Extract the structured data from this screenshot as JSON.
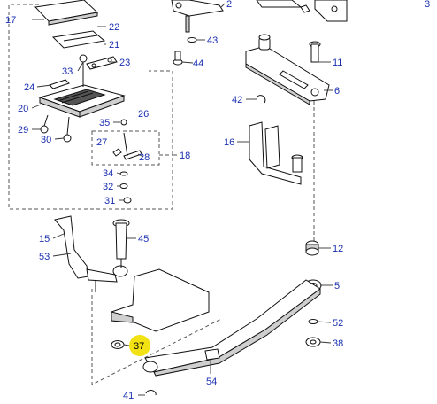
{
  "highlight_color": "#f2e214",
  "label_color": "#1a2fb0",
  "highlighted_part": "37",
  "callouts": {
    "c2": "2",
    "c3": "3",
    "c5": "5",
    "c6": "6",
    "c11": "11",
    "c12": "12",
    "c15": "15",
    "c16": "16",
    "c17": "17",
    "c18": "18",
    "c20": "20",
    "c21": "21",
    "c22": "22",
    "c23": "23",
    "c24": "24",
    "c26": "26",
    "c27": "27",
    "c28": "28",
    "c29": "29",
    "c30": "30",
    "c31": "31",
    "c32": "32",
    "c33": "33",
    "c34": "34",
    "c35": "35",
    "c37": "37",
    "c38": "38",
    "c41": "41",
    "c42": "42",
    "c43": "43",
    "c44": "44",
    "c45": "45",
    "c52": "52",
    "c53": "53",
    "c54": "54"
  }
}
